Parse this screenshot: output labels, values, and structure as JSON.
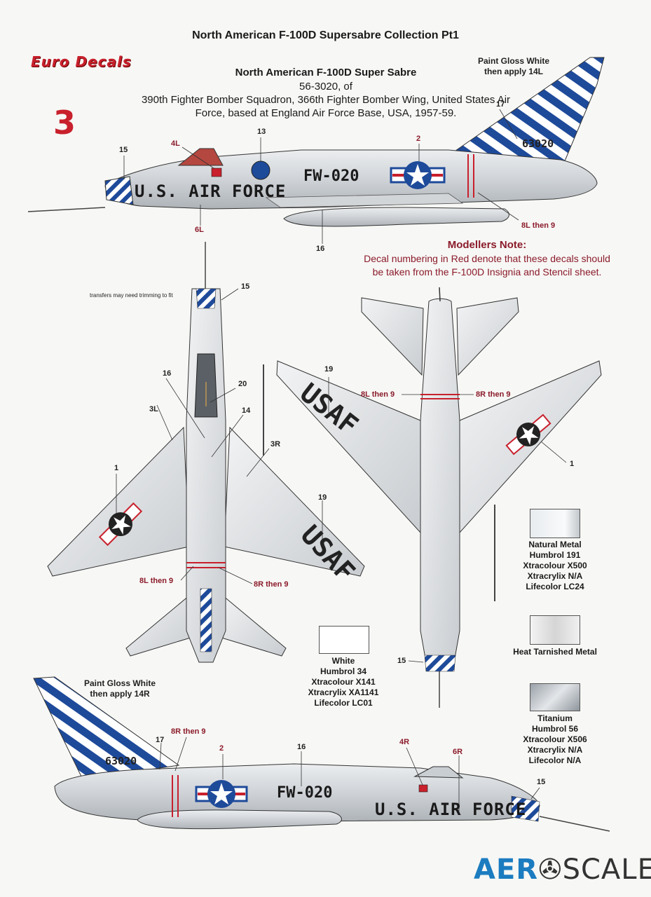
{
  "header": {
    "sheet_title": "North American F-100D Supersabre Collection Pt1",
    "brand": "Euro Decals",
    "profile_number": "3"
  },
  "aircraft": {
    "name": "North American F-100D Super Sabre",
    "serial": "56-3020, of",
    "unit_line1": "390th Fighter Bomber Squadron, 366th Fighter Bomber Wing, United States Air",
    "unit_line2": "Force, based at England Air Force Base, USA, 1957-59."
  },
  "markings": {
    "us_air_force": "U.S. AIR FORCE",
    "buzz_number": "FW-020",
    "usaf": "USAF",
    "tail_number": "63020"
  },
  "labels": {
    "top_gloss": "Paint Gloss White\nthen apply 14L",
    "bottom_gloss": "Paint Gloss White\nthen apply 14R",
    "l15": "15",
    "l13": "13",
    "l4L": "4L",
    "l2": "2",
    "l17": "17",
    "l6L": "6L",
    "l16": "16",
    "l8Lthen9": "8L then 9",
    "l20": "20",
    "l3L": "3L",
    "l14": "14",
    "l3R": "3R",
    "l1": "1",
    "l19": "19",
    "l8Rthen9": "8R then 9",
    "l4R": "4R",
    "l6R": "6R",
    "trim": "transfers may need trimming to fit"
  },
  "note": {
    "title": "Modellers Note:",
    "body_line1": "Decal numbering in Red denote that these decals should",
    "body_line2": "be taken from the F-100D Insignia and Stencil sheet."
  },
  "paints": {
    "natural": [
      "Natural Metal",
      "Humbrol 191",
      "Xtracolour X500",
      "Xtracrylix N/A",
      "Lifecolor LC24"
    ],
    "heat": [
      "Heat Tarnished Metal"
    ],
    "white": [
      "White",
      "Humbrol 34",
      "Xtracolour X141",
      "Xtracrylix XA1141",
      "Lifecolor LC01"
    ],
    "titanium": [
      "Titanium",
      "Humbrol 56",
      "Xtracolour X506",
      "Xtracrylix N/A",
      "Lifecolor N/A"
    ]
  },
  "colors": {
    "red": "#c8202c",
    "dark_red": "#8b1b2a",
    "blue": "#1e4a9a",
    "metal": "#d9dcdf"
  },
  "watermark": {
    "aero": "AER",
    "scale": "SCALE"
  }
}
